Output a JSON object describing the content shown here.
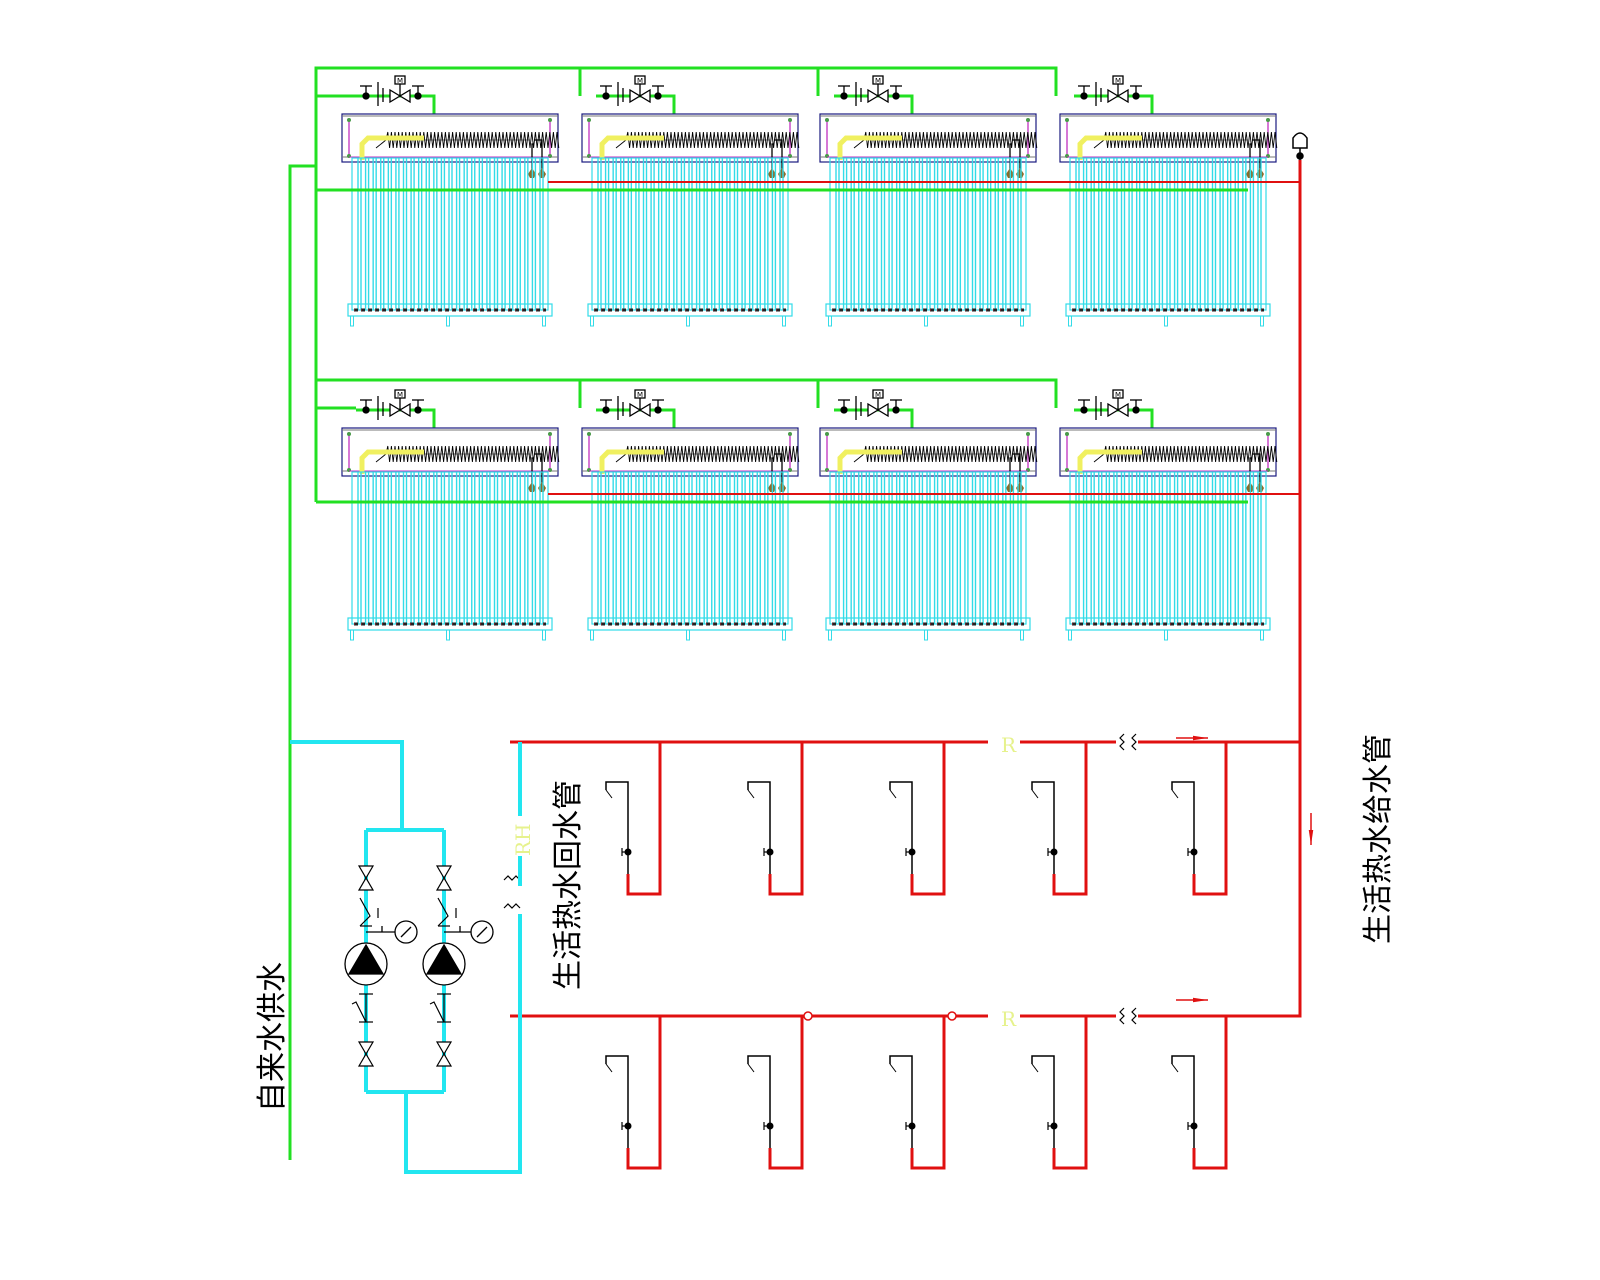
{
  "title": "Solar water heating system diagram",
  "labels": {
    "tap_water_supply": "自来水供水",
    "hot_water_return": "生活热水回水管",
    "hot_water_supply": "生活热水给水管",
    "return_code": "RH",
    "supply_code": "R"
  },
  "colors": {
    "cold_water": "#22e022",
    "hot_water": "#e01010",
    "return_water": "#22e6f0",
    "collector_tube": "#33dce8",
    "header_yellow": "#f0f060",
    "frame_blue": "#1a1a80",
    "frame_magenta": "#c030c0",
    "label_yellow": "#e6f28c"
  },
  "collector_array": {
    "rows": 2,
    "columns": 4,
    "tubes_per_collector": 25
  },
  "pump_station": {
    "pumps": 2,
    "components_per_branch": [
      "gate-valve",
      "check-valve",
      "pressure-gauge",
      "circulation-pump",
      "flexible-joint",
      "gate-valve"
    ]
  },
  "distribution": {
    "risers_per_floor": 5,
    "floors": 2
  }
}
